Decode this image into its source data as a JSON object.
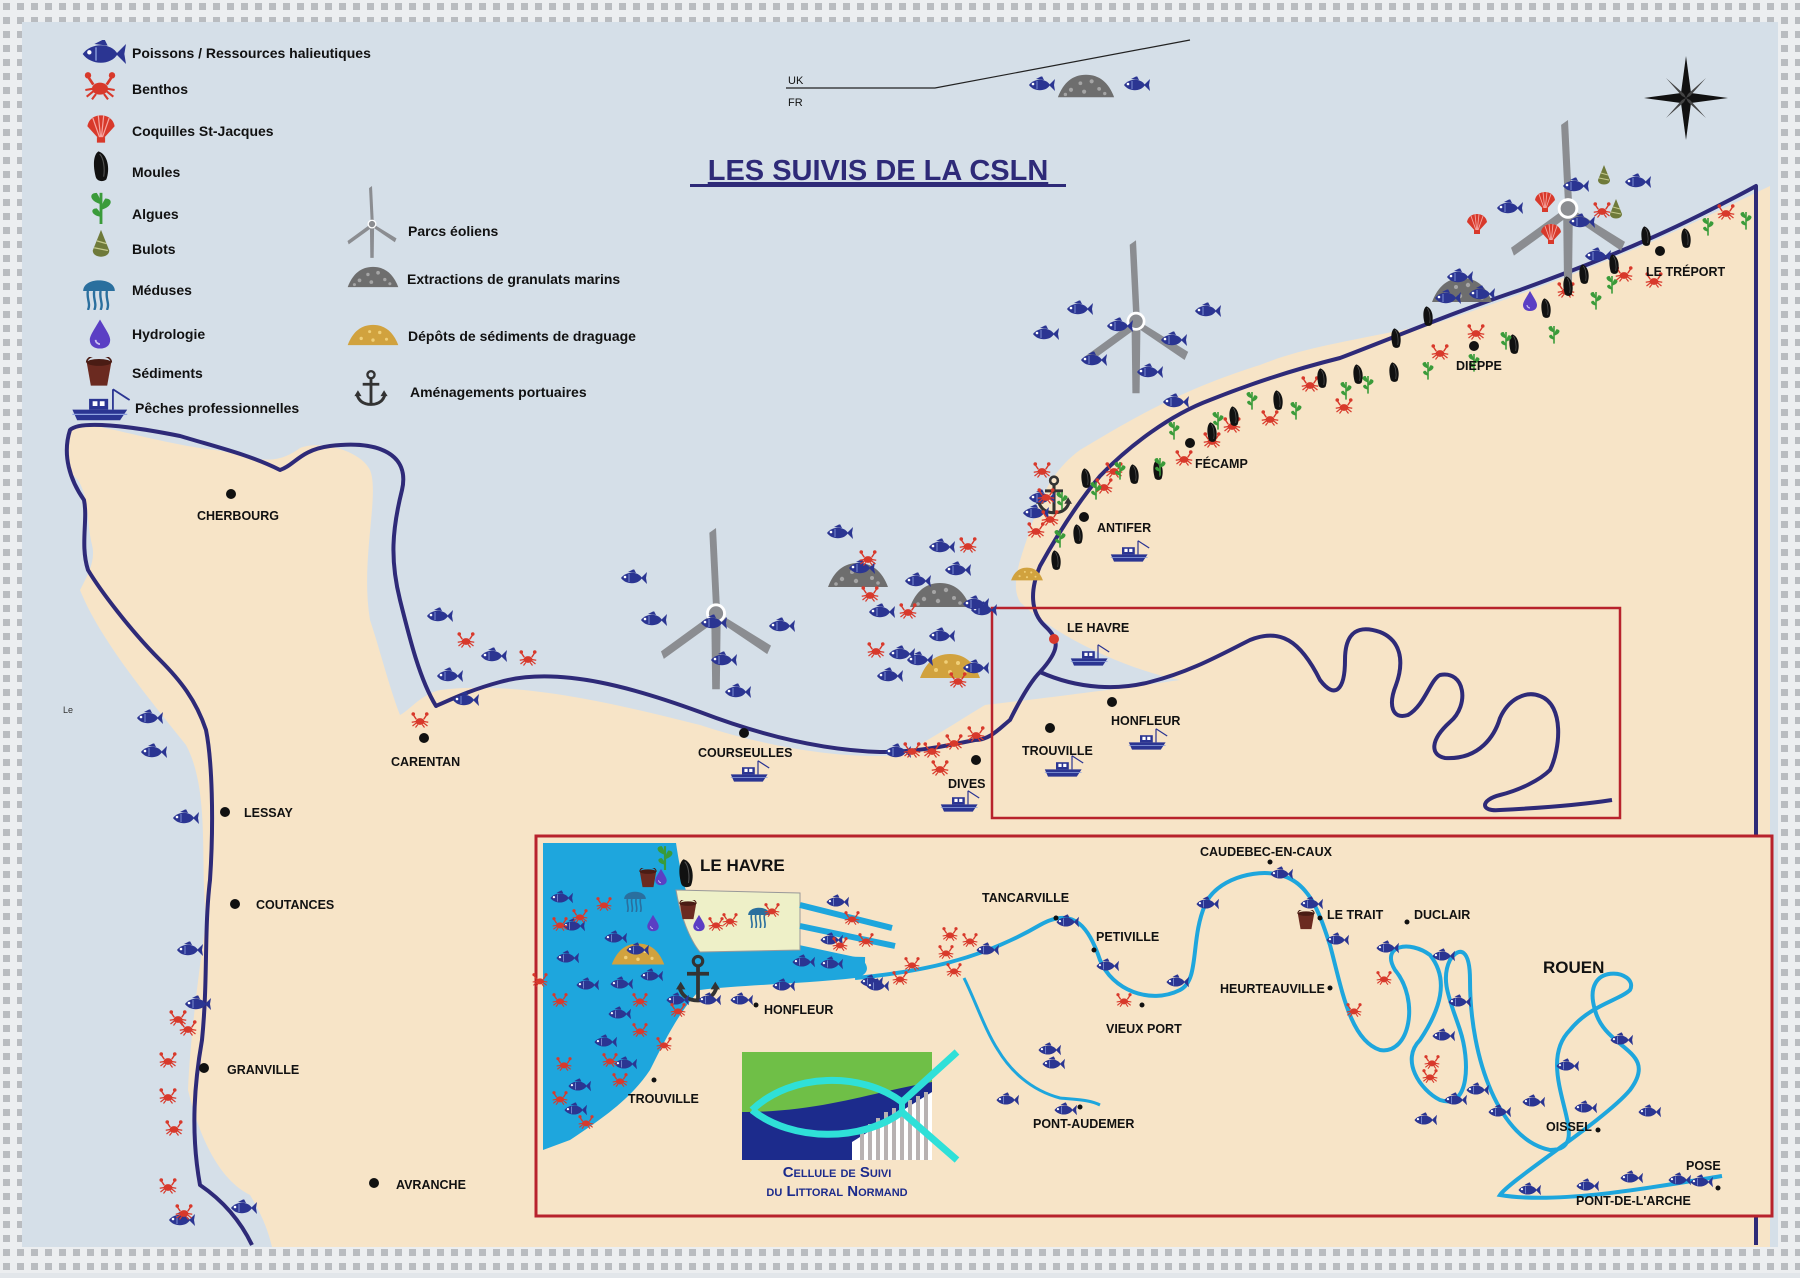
{
  "title": "LES SUIVIS DE LA CSLN",
  "border_labels": {
    "uk": "UK",
    "fr": "FR"
  },
  "legend": [
    {
      "icon": "fish-icon",
      "label": "Poissons / Ressources halieutiques"
    },
    {
      "icon": "crab-icon",
      "label": "Benthos"
    },
    {
      "icon": "scallop-icon",
      "label": "Coquilles St-Jacques"
    },
    {
      "icon": "mussel-icon",
      "label": "Moules"
    },
    {
      "icon": "seaweed-icon",
      "label": "Algues"
    },
    {
      "icon": "whelk-icon",
      "label": "Bulots"
    },
    {
      "icon": "jellyfish-icon",
      "label": "Méduses"
    },
    {
      "icon": "water-drop-icon",
      "label": "Hydrologie"
    },
    {
      "icon": "sediment-bucket-icon",
      "label": "Sédiments"
    },
    {
      "icon": "fishing-boat-icon",
      "label": "Pêches professionnelles"
    },
    {
      "icon": "wind-turbine-icon",
      "label": "Parcs éoliens"
    },
    {
      "icon": "aggregate-pile-icon",
      "label": "Extractions de granulats marins"
    },
    {
      "icon": "sediment-deposit-icon",
      "label": "Dépôts de sédiments de draguage"
    },
    {
      "icon": "anchor-icon",
      "label": "Aménagements portuaires"
    }
  ],
  "cities": {
    "cherbourg": "CHERBOURG",
    "carentan": "CARENTAN",
    "lessay": "LESSAY",
    "coutances": "COUTANCES",
    "granville": "GRANVILLE",
    "avranche": "AVRANCHE",
    "courseulles": "COURSEULLES",
    "dives": "DIVES",
    "trouville": "TROUVILLE",
    "honfleur": "HONFLEUR",
    "le_havre": "LE HAVRE",
    "antifer": "ANTIFER",
    "fecamp": "FÉCAMP",
    "dieppe": "DIEPPE",
    "le_treport": "LE TRÉPORT",
    "le": "Le"
  },
  "inset": {
    "le_havre": "LE HAVRE",
    "honfleur": "HONFLEUR",
    "trouville": "TROUVILLE",
    "tancarville": "TANCARVILLE",
    "petiville": "PETIVILLE",
    "vieux_port": "VIEUX PORT",
    "pont_audemer": "PONT-AUDEMER",
    "caudebec": "CAUDEBEC-EN-CAUX",
    "le_trait": "LE TRAIT",
    "duclair": "DUCLAIR",
    "heurteauville": "HEURTEAUVILLE",
    "rouen": "ROUEN",
    "oissel": "OISSEL",
    "pose": "POSE",
    "pont_de_larche": "PONT-DE-L'ARCHE"
  },
  "logo": {
    "line1": "Cellule de Suivi",
    "line2": "du Littoral Normand"
  },
  "colors": {
    "sea": "#d5dfe8",
    "land": "#f7e4c7",
    "coast": "#2e2a78",
    "estuary_water": "#1ea6dd",
    "frame_red": "#b8222c",
    "fish": "#2b3592",
    "crab": "#d8392b",
    "seaweed": "#3a9b3a",
    "turbine": "#8b8d91"
  }
}
